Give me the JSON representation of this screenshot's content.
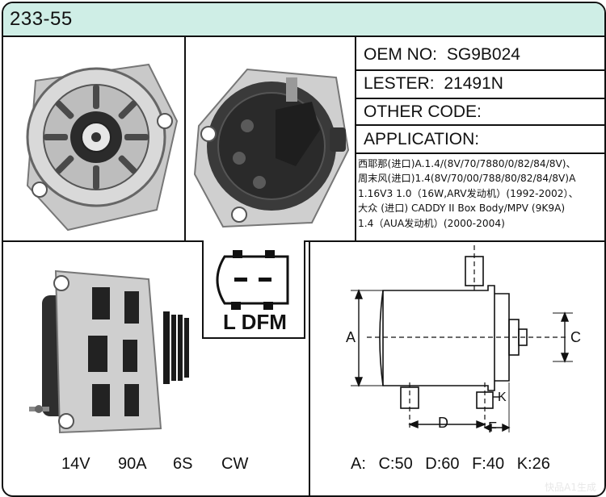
{
  "header": {
    "model_code": "233-55"
  },
  "specs": {
    "oem": {
      "label": "OEM NO:",
      "value": "SG9B024"
    },
    "lester": {
      "label": "LESTER:",
      "value": "21491N"
    },
    "other_code": {
      "label": "OTHER CODE:"
    },
    "application": {
      "label": "APPLICATION:"
    }
  },
  "application_lines": [
    "西耶那(进口)A.1.4/(8V/70/7880/0/82/84/8V)、",
    "周末风(进口)1.4(8V/70/00/788/80/82/84/8V)A",
    "1.16V3 1.0（16W,ARV发动机）(1992-2002）、",
    "大众 (进口) CADDY II Box Body/MPV (9K9A)",
    "1.4（AUA发动机）(2000-2004)"
  ],
  "connector": {
    "terminal_label": "L DFM"
  },
  "electrical": [
    "14V",
    "90A",
    "6S",
    "CW"
  ],
  "dimension_letters": {
    "a": "A",
    "c": "C",
    "d": "D",
    "f": "F",
    "k": "K"
  },
  "dimensions": {
    "prefix": "A:",
    "items": [
      "C:50",
      "D:60",
      "F:40",
      "K:26"
    ]
  },
  "watermark": "快品A1生成",
  "colors": {
    "header_band": "#cfeee6",
    "frame": "#111111"
  }
}
